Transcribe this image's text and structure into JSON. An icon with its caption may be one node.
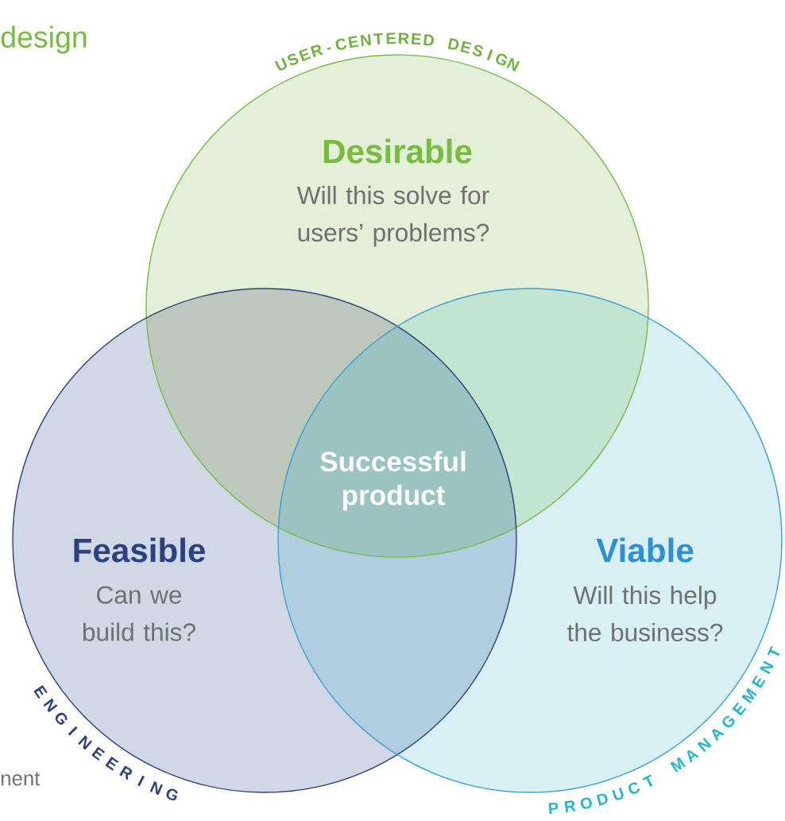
{
  "diagram": {
    "nodes": [
      {
        "text": [
          "USER-CENTERED DESIGN",
          "Desirable",
          "Will this solve for users’ problems?"
        ]
      },
      {
        "text": [
          "ENGINEERING",
          "Feasible",
          "Can we build this?"
        ]
      },
      {
        "text": [
          "PRODUCT MANAGEMENT",
          "Viable",
          "Will this help the business?"
        ]
      },
      {
        "text": [
          "Successful product"
        ]
      }
    ],
    "labels": [
      "design",
      "nent"
    ]
  }
}
